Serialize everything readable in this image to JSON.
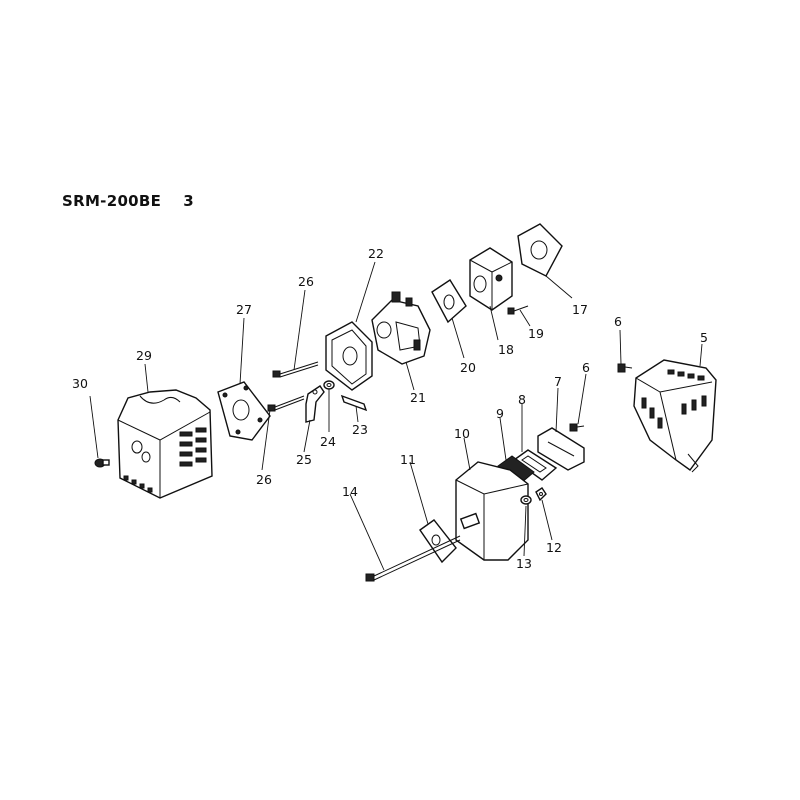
{
  "header": {
    "model": "SRM-200BE",
    "page": "3"
  },
  "callouts": [
    "5",
    "6",
    "6",
    "7",
    "8",
    "9",
    "10",
    "11",
    "12",
    "13",
    "14",
    "17",
    "18",
    "19",
    "20",
    "21",
    "22",
    "23",
    "24",
    "25",
    "26",
    "26",
    "27",
    "29",
    "30"
  ]
}
